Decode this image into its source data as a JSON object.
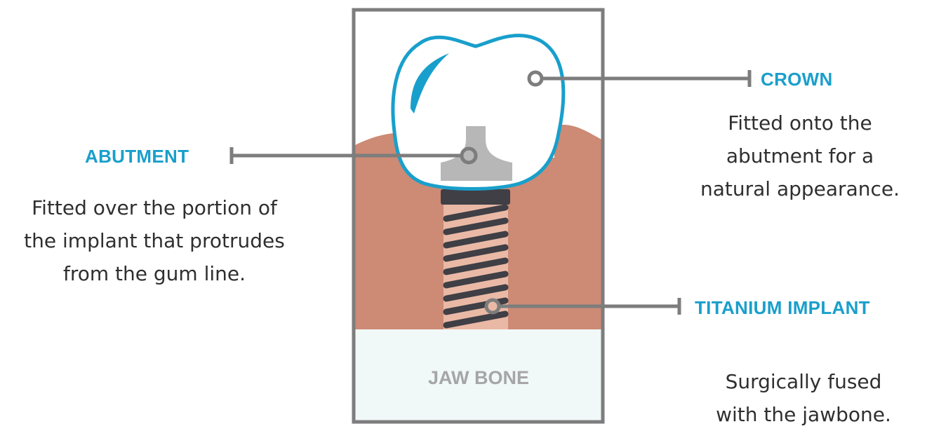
{
  "colors": {
    "accent": "#199fcb",
    "frame": "#7d7d7d",
    "gum": "#cd8a75",
    "bone": "#f1f8f8",
    "abutment": "#b7b7b7",
    "screw_dark": "#3f3f45",
    "screw_light": "#eab9a6",
    "text": "#2f2f2f",
    "bone_label": "#a6a6a6"
  },
  "labels": {
    "crown": {
      "title": "CROWN",
      "lines": [
        "Fitted onto the",
        "abutment for a",
        "natural appearance."
      ]
    },
    "abutment": {
      "title": "ABUTMENT",
      "lines": [
        "Fitted over the portion of",
        "the implant that protrudes",
        "from the gum line."
      ]
    },
    "implant": {
      "title": "TITANIUM IMPLANT",
      "lines": [
        "Surgically fused",
        "with the jawbone."
      ]
    },
    "jaw_bone": {
      "title": "JAW BONE"
    }
  },
  "icons": {
    "crown": "tooth-crown-icon",
    "abutment": "abutment-post-icon",
    "implant": "screw-implant-icon"
  }
}
